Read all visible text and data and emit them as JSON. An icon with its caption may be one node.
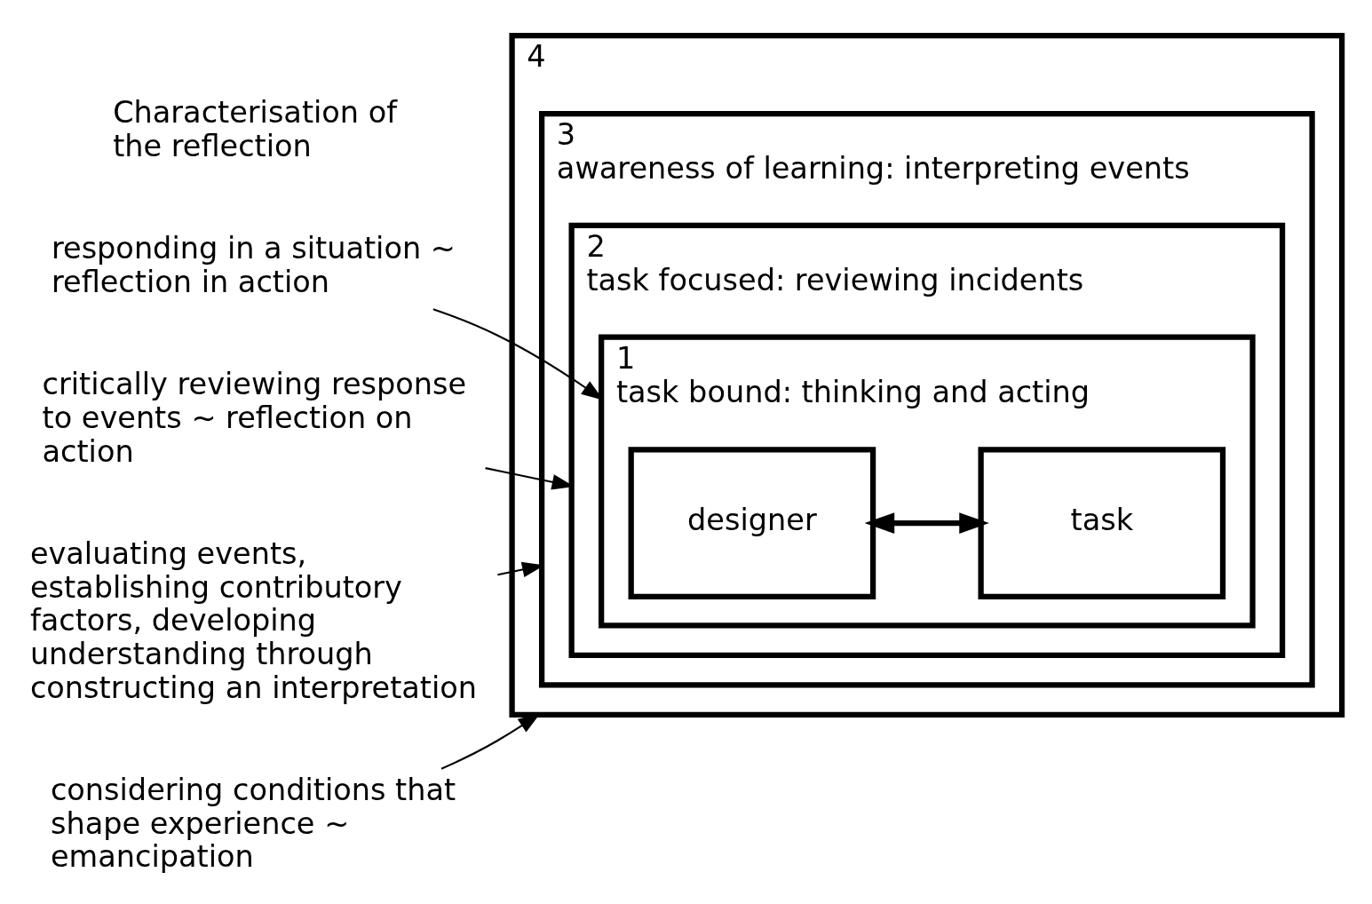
{
  "diagram": {
    "nodes": [
      {
        "text": [
          "4"
        ]
      },
      {
        "text": [
          "3",
          "awareness of learning: interpreting events"
        ],
        "in": 0
      },
      {
        "text": [
          "2",
          "task focused: reviewing incidents"
        ],
        "in": 1
      },
      {
        "text": [
          "1",
          "task bound: thinking and acting"
        ],
        "in": 2
      },
      {
        "text": [
          "designer"
        ],
        "in": 3
      },
      {
        "text": [
          "task"
        ],
        "in": 3
      },
      {
        "text": [
          "responding in a situation ~ reflection in action"
        ]
      },
      {
        "text": [
          "critically reviewing response to events ~ reflection on action"
        ]
      },
      {
        "text": [
          "evaluating events, establishing contributory factors, developing understanding through constructing an interpretation"
        ]
      },
      {
        "text": [
          "considering conditions that shape experience ~ emancipation"
        ]
      }
    ],
    "edges": [
      {
        "from": 4,
        "to": 5,
        "arrow": "both",
        "style": "thick"
      },
      {
        "from": 6,
        "to": 3,
        "arrow": "to"
      },
      {
        "from": 7,
        "to": 2,
        "arrow": "to"
      },
      {
        "from": 8,
        "to": 1,
        "arrow": "to"
      },
      {
        "from": 9,
        "to": 0,
        "arrow": "to"
      }
    ],
    "labels": [
      "Characterisation of the reflection"
    ]
  }
}
